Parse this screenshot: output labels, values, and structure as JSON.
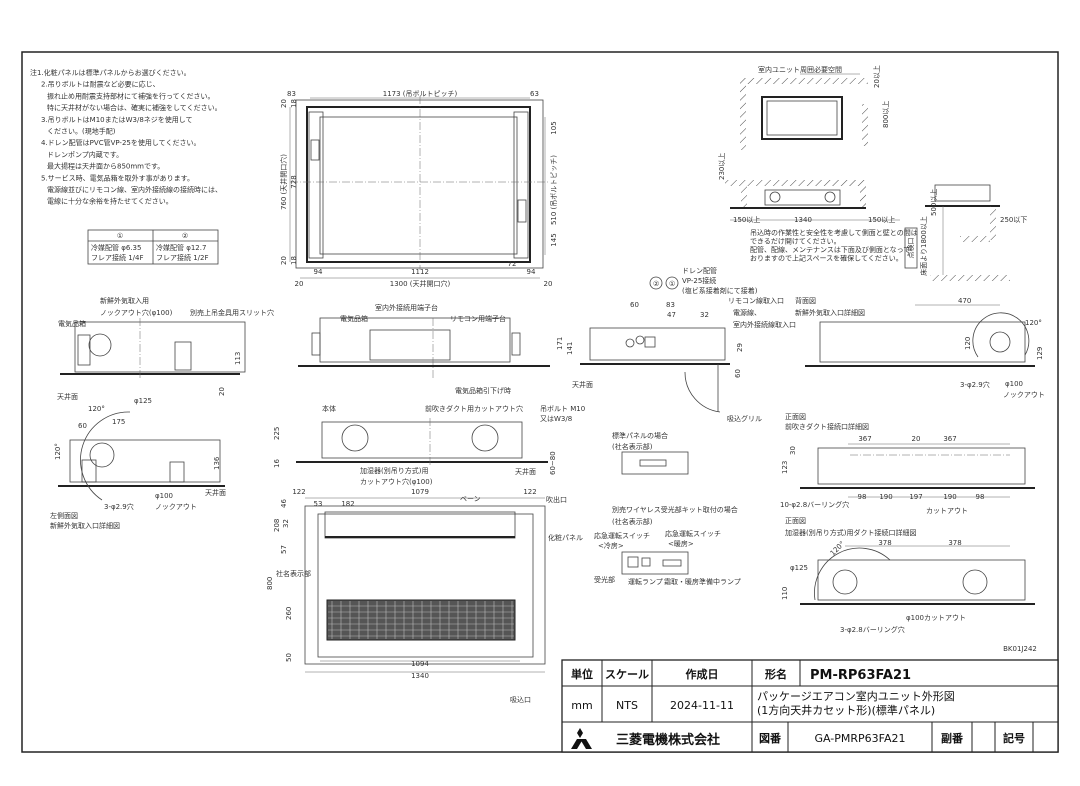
{
  "drawing_code": "BK01J242",
  "notes": [
    "注1.化粧パネルは標準パネルからお選びください。",
    "2.吊りボルトは耐震など必要に応じ、",
    "振れ止め用耐震支持部材にて補強を行ってください。",
    "特に天井材がない場合は、確実に補強をしてください。",
    "3.吊りボルトはM10またはW3/8ネジを使用して",
    "ください。(現地手配)",
    "4.ドレン配管はPVC管VP-25を使用してください。",
    "ドレンポンプ内蔵です。",
    "最大揚程は天井面から850mmです。",
    "5.サービス時、電気品箱を取外す事があります。",
    "電源線並びにリモコン線、室内外接続線の接続時には、",
    "電線に十分な余裕を持たせてください。"
  ],
  "pipe_table": {
    "headers": [
      "①",
      "②"
    ],
    "row1": [
      "冷媒配管 φ6.35",
      "冷媒配管 φ12.7"
    ],
    "row2": [
      "フレア接続 1/4F",
      "フレア接続 1/2F"
    ]
  },
  "plan_view": [
    "83",
    "1173 (吊ボルトピッチ)",
    "63",
    "20",
    "760 (天井開口穴)",
    "728",
    "105",
    "510 (吊ボルトピッチ)",
    "145",
    "20",
    "94",
    "1112",
    "72",
    "94",
    "20",
    "1300 (天井開口穴)",
    "20",
    "18",
    "18"
  ],
  "clearance": {
    "title": "室内ユニット周囲必要空間",
    "dims": [
      "20以上",
      "800以上",
      "230以上",
      "150以上",
      "1340",
      "150以上",
      "500以上",
      "250以下"
    ],
    "inspection": [
      "点検口",
      "床面より1800以上"
    ],
    "notes": [
      "吊込時の作業性と安全性を考慮して側面と壁との間は",
      "できるだけ開けてください。",
      "配管、配線、メンテナンスは下面及び側面となって",
      "おりますので上記スペースを確保してください。"
    ]
  },
  "left_side_view": [
    "新鮮外気取入用",
    "ノックアウト穴(φ100)",
    "別売上吊金具用スリット穴",
    "電気品箱",
    "113",
    "天井面",
    "20"
  ],
  "front_view": [
    "室内外接続用端子台",
    "電気品箱",
    "リモコン用端子台",
    "電気品箱引下げ時",
    "171"
  ],
  "right_side_view": [
    "ドレン配管",
    "VP-25接続",
    "(塩ビ系接着剤にて接着)",
    "②",
    "①",
    "60",
    "83",
    "47",
    "32",
    "リモコン線取入口",
    "電源線、",
    "室内外接続線取入口",
    "141",
    "29",
    "60",
    "天井面",
    "吸込グリル"
  ],
  "back_view": [
    "背面図",
    "新鮮外気取入口詳細図",
    "470",
    "120°",
    "120",
    "129",
    "3-φ2.9穴",
    "φ100",
    "ノックアウト"
  ],
  "left_detail": [
    "120°",
    "φ125",
    "60",
    "175",
    "120°",
    "136",
    "φ100",
    "ノックアウト",
    "3-φ2.9穴",
    "天井面",
    "左側面図",
    "新鮮外気取入口詳細図"
  ],
  "front_detail": [
    "本体",
    "前吹きダクト用カットアウト穴",
    "吊ボルト M10",
    "又はW3/8",
    "225",
    "16",
    "加湿器(別吊り方式)用",
    "カットアウト穴(φ100)",
    "天井面",
    "60~80"
  ],
  "panel_view": [
    "122",
    "1079",
    "122",
    "53",
    "182",
    "ベーン",
    "吹出口",
    "化粧パネル",
    "46",
    "208",
    "32",
    "57",
    "社名表示部",
    "800",
    "260",
    "50",
    "1094",
    "1340",
    "吸込口"
  ],
  "panel_options": {
    "standard_title": "標準パネルの場合",
    "standard_sub": "(社名表示部)",
    "wireless_title": "別売ワイヤレス受光部キット取付の場合",
    "wireless_sub": "(社名表示部)",
    "labels": [
      "応急運転スイッチ",
      "<冷房>",
      "応急運転スイッチ",
      "<暖房>",
      "受光部",
      "運転ランプ",
      "霜取・暖房準備中ランプ"
    ]
  },
  "duct_detail_front": [
    "正面図",
    "前吹きダクト接続口詳細図",
    "367",
    "20",
    "367",
    "30",
    "123",
    "98",
    "190",
    "197",
    "190",
    "98",
    "10-φ2.8バーリング穴",
    "カットアウト"
  ],
  "duct_detail_humid": [
    "正面図",
    "加湿器(別吊り方式)用ダクト接続口詳細図",
    "378",
    "378",
    "φ125",
    "120°",
    "110",
    "φ100カットアウト",
    "3-φ2.8バーリング穴"
  ],
  "title_block": {
    "unit_label": "単位",
    "scale_label": "スケール",
    "date_label": "作成日",
    "model_label": "形名",
    "model": "PM-RP63FA21",
    "unit": "mm",
    "scale": "NTS",
    "date": "2024-11-11",
    "description_1": "パッケージエアコン室内ユニット外形図",
    "description_2": "(1方向天井カセット形)(標準パネル)",
    "company": "三菱電機株式会社",
    "drawing_no_label": "図番",
    "drawing_no": "GA-PMRP63FA21",
    "sub_no_label": "副番",
    "sub_no": "",
    "symbol_label": "記号",
    "symbol": ""
  }
}
